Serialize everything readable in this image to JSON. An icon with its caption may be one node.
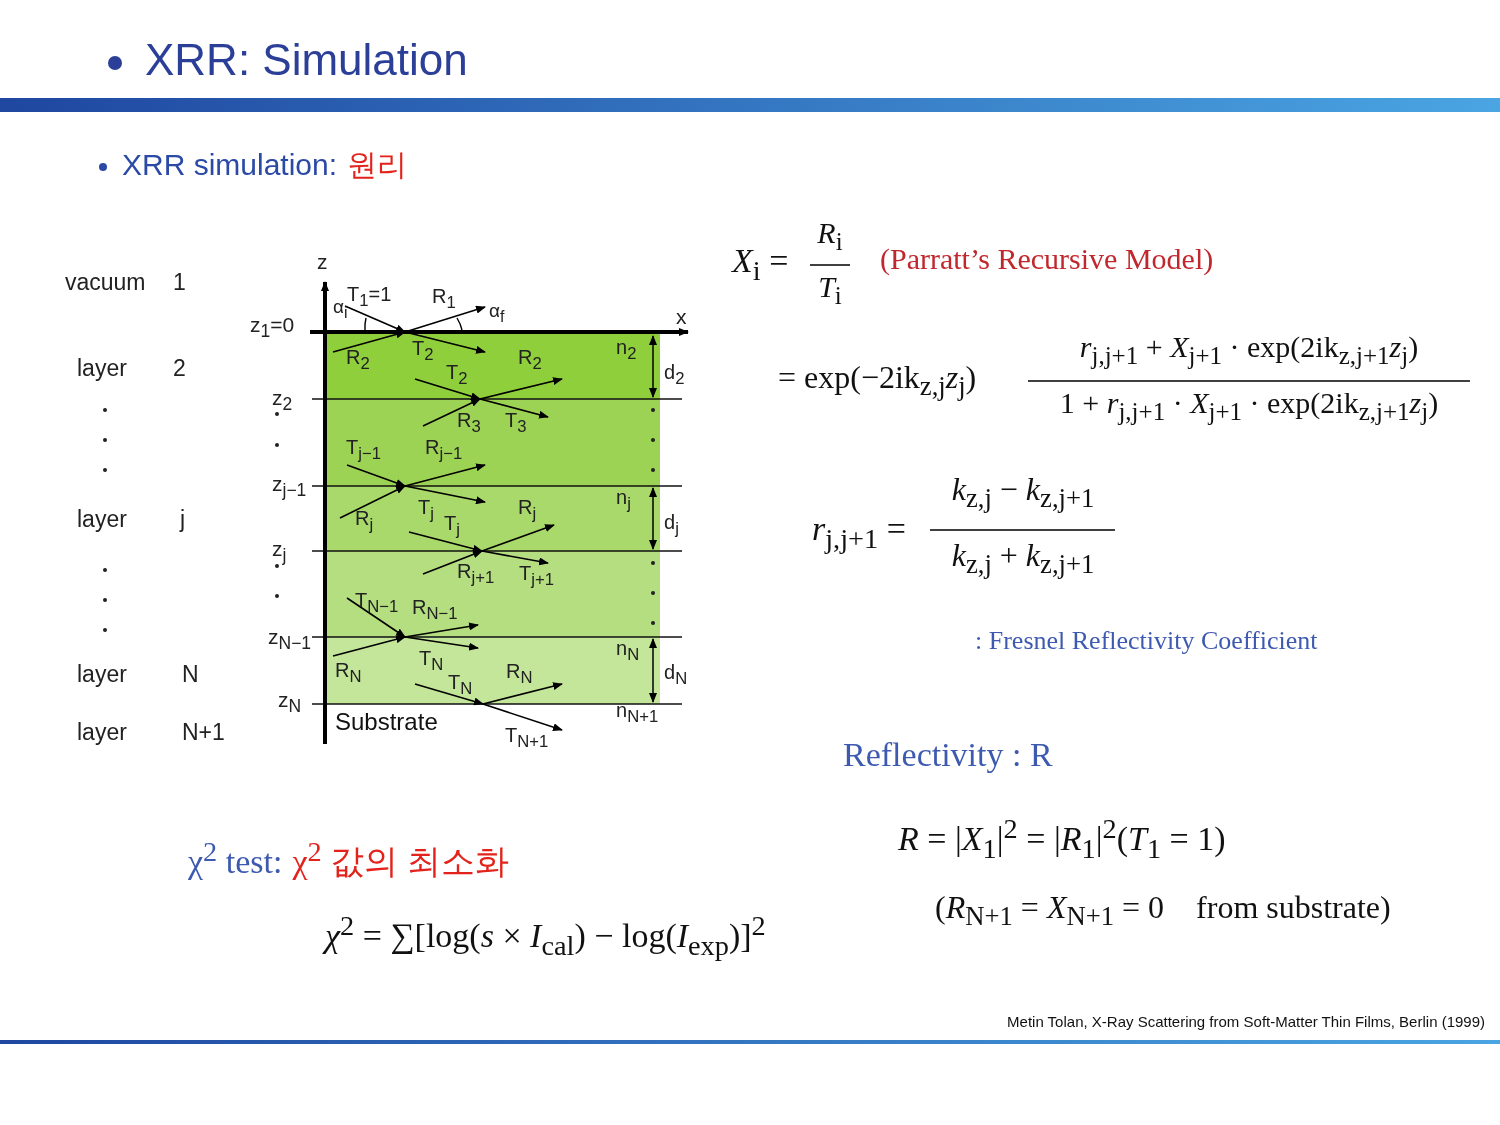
{
  "diagram": {
    "title": "XRR: Simulation",
    "labels": [
      "XRR simulation:",
      "원리",
      "vacuum",
      "1",
      "layer",
      "2",
      "layer",
      "j",
      "layer",
      "N",
      "layer",
      "N+1",
      "z",
      "x",
      "z$_{1}$=0",
      "z$_{2}$",
      "z$_{j−1}$",
      "z$_{j}$",
      "z$_{N−1}$",
      "z$_{N}$",
      "α$_{i}$",
      "T$_{1}$=1",
      "R$_{1}$",
      "α$_{f}$",
      "R$_{2}$",
      "T$_{2}$",
      "T$_{2}$",
      "R$_{2}$",
      "R$_{3}$",
      "T$_{3}$",
      "T$_{j−1}$",
      "R$_{j−1}$",
      "R$_{j}$",
      "T$_{j}$",
      "T$_{j}$",
      "R$_{j}$",
      "R$_{j+1}$",
      "T$_{j+1}$",
      "T$_{N−1}$",
      "R$_{N−1}$",
      "R$_{N}$",
      "T$_{N}$",
      "T$_{N}$",
      "R$_{N}$",
      "T$_{N+1}$",
      "Substrate",
      "n$_{2}$",
      "d$_{2}$",
      "n$_{j}$",
      "d$_{j}$",
      "n$_{N}$",
      "d$_{N}$",
      "n$_{N+1}$",
      "*X*$_{i}$ =",
      "*R*$_{i}$",
      "*T*$_{i}$",
      "(Parratt’s Recursive Model)",
      "= exp(−2ik$_{z,j}$*z*$_{j}$)",
      "*r*$_{j,j+1}$ + *X*$_{j+1}$ · exp(2ik$_{z,j+1}$*z*$_{j}$)",
      "1 + *r*$_{j,j+1}$ · *X*$_{j+1}$ · exp(2ik$_{z,j+1}$*z*$_{j}$)",
      "*r*$_{j,j+1}$ =",
      "*k*$_{z,j}$ − *k*$_{z,j+1}$",
      "*k*$_{z,j}$ + *k*$_{z,j+1}$",
      ": Fresnel Reflectivity Coefficient",
      "Reflectivity : R",
      "*R* = |*X*$_{1}$|$^{2}$ = |*R*$_{1}$|$^{2}$(*T*$_{1}$ = 1)",
      "(*R*$_{N+1}$ = *X*$_{N+1}$ = 0    from substrate)",
      "χ$^{2}$ test:",
      "χ$^{2}$ 값의 최소화",
      "*χ*$^{2}$ = ∑[log(*s* × *I*$_{cal}$) − log(*I*$_{exp}$)]$^{2}$",
      "Metin Tolan, X-Ray Scattering from Soft-Matter Thin Films, Berlin (1999)"
    ]
  }
}
